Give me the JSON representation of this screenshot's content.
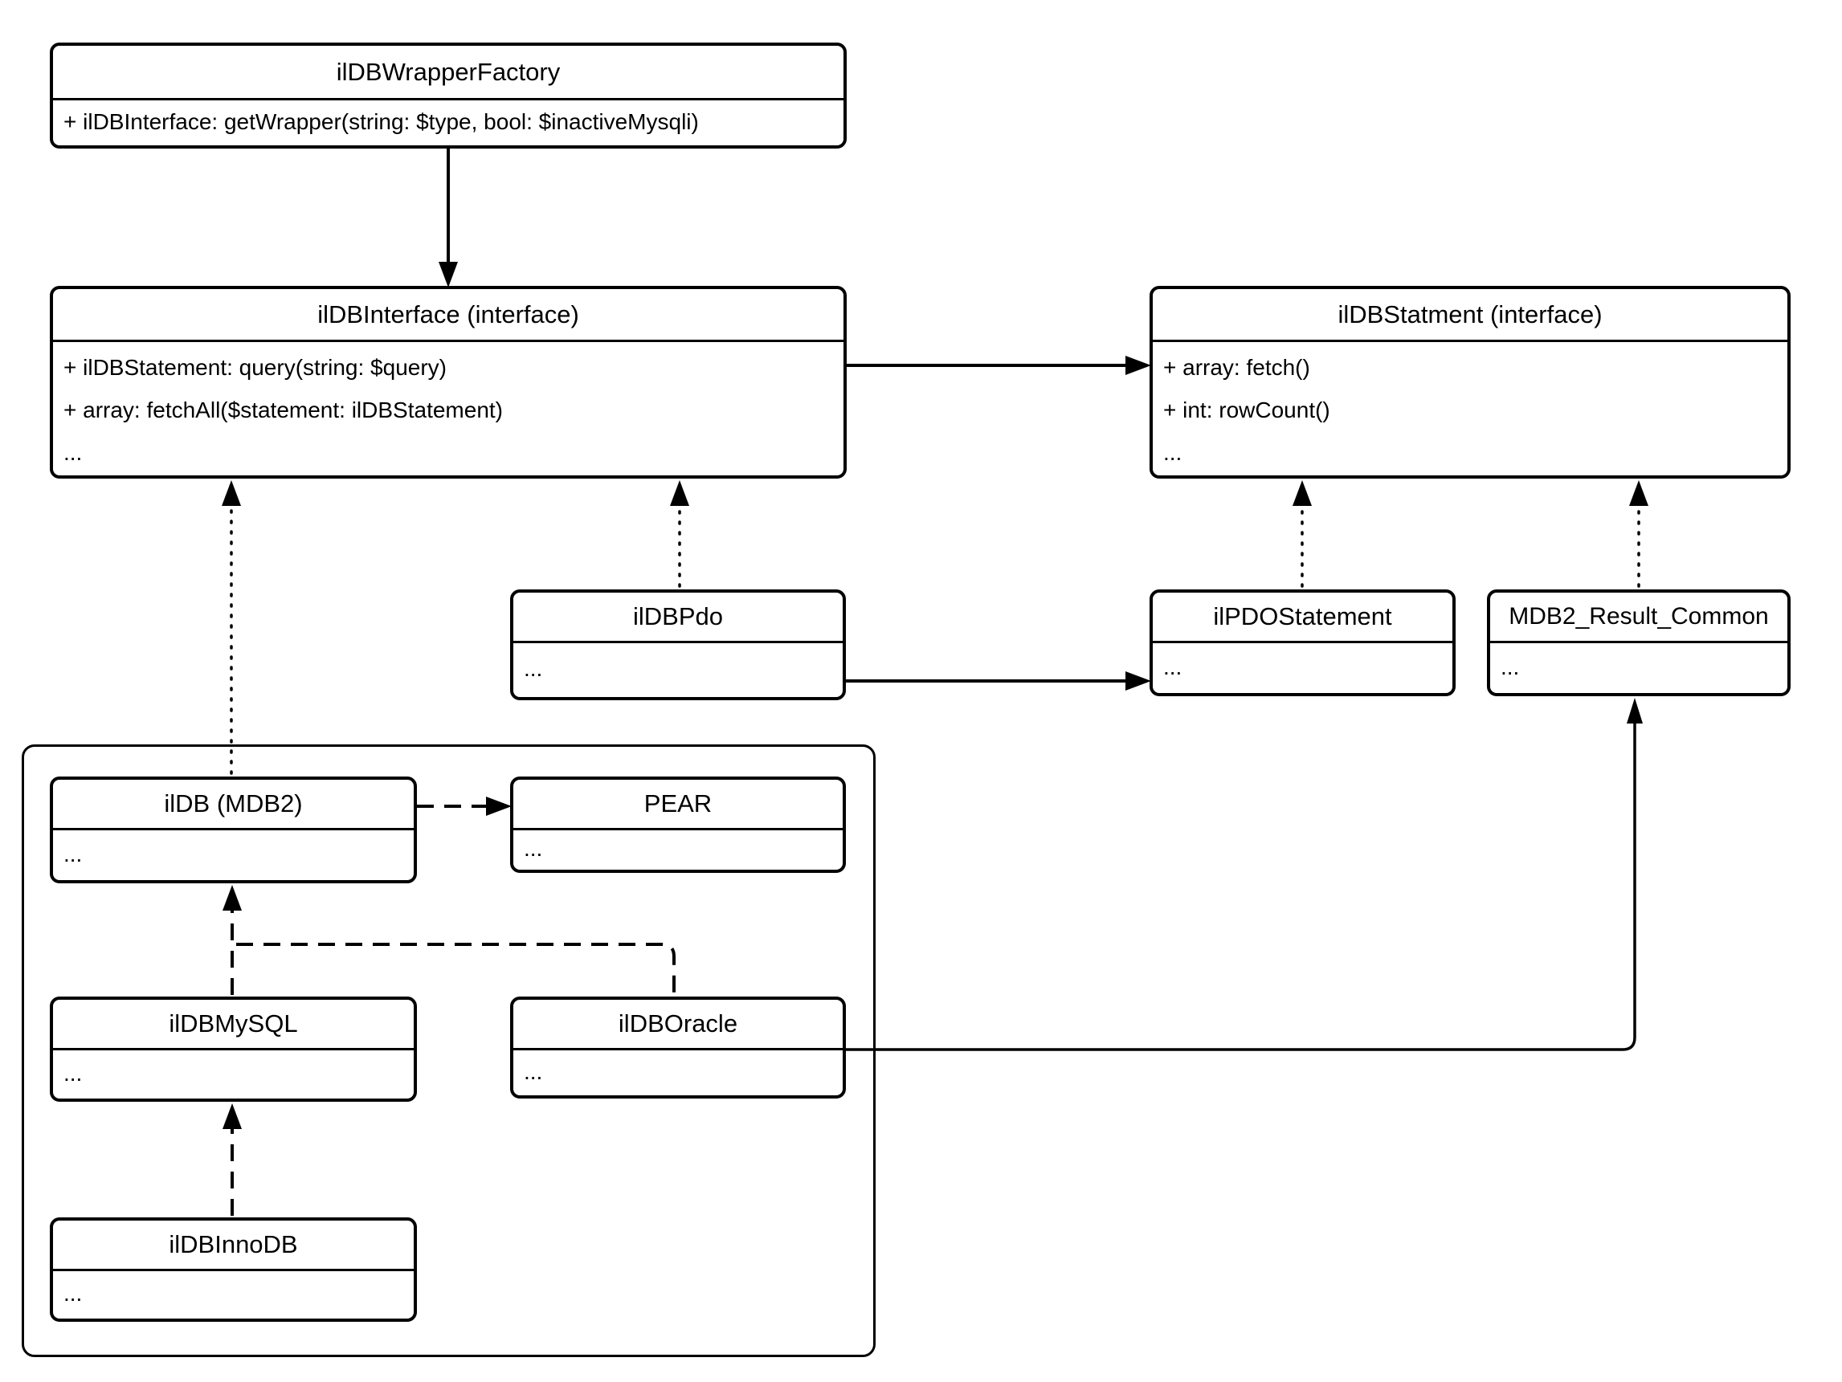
{
  "diagram_type": "uml-class-diagram",
  "colors": {
    "stroke": "#000000",
    "fill": "#ffffff",
    "text": "#000000"
  },
  "classes": {
    "factory": {
      "title": "ilDBWrapperFactory",
      "members": [
        "+ ilDBInterface: getWrapper(string: $type, bool: $inactiveMysqli)"
      ]
    },
    "db_interface": {
      "title": "ilDBInterface (interface)",
      "members": [
        "+ ilDBStatement: query(string: $query)",
        "+ array: fetchAll($statement: ilDBStatement)",
        "..."
      ]
    },
    "db_statment": {
      "title": "ilDBStatment (interface)",
      "members": [
        "+ array: fetch()",
        "+ int: rowCount()",
        "..."
      ]
    },
    "db_pdo": {
      "title": "ilDBPdo",
      "members": [
        "..."
      ]
    },
    "pdo_statement": {
      "title": "ilPDOStatement",
      "members": [
        "..."
      ]
    },
    "mdb2_result_common": {
      "title": "MDB2_Result_Common",
      "members": [
        "..."
      ]
    },
    "db_mdb2": {
      "title": "ilDB (MDB2)",
      "members": [
        "..."
      ]
    },
    "pear": {
      "title": "PEAR",
      "members": [
        "..."
      ]
    },
    "db_mysql": {
      "title": "ilDBMySQL",
      "members": [
        "..."
      ]
    },
    "db_oracle": {
      "title": "ilDBOracle",
      "members": [
        "..."
      ]
    },
    "db_innodb": {
      "title": "ilDBInnoDB",
      "members": [
        "..."
      ]
    }
  },
  "edges": [
    {
      "from": "ilDBWrapperFactory",
      "to": "ilDBInterface (interface)",
      "style": "solid",
      "arrow": "filled"
    },
    {
      "from": "ilDBInterface (interface)",
      "to": "ilDBStatment (interface)",
      "style": "solid",
      "arrow": "filled"
    },
    {
      "from": "ilDB (MDB2)",
      "to": "ilDBInterface (interface)",
      "style": "dotted",
      "arrow": "filled"
    },
    {
      "from": "ilDBPdo",
      "to": "ilDBInterface (interface)",
      "style": "dotted",
      "arrow": "filled"
    },
    {
      "from": "ilPDOStatement",
      "to": "ilDBStatment (interface)",
      "style": "dotted",
      "arrow": "filled"
    },
    {
      "from": "MDB2_Result_Common",
      "to": "ilDBStatment (interface)",
      "style": "dotted",
      "arrow": "filled"
    },
    {
      "from": "ilDBPdo",
      "to": "ilPDOStatement",
      "style": "solid",
      "arrow": "filled"
    },
    {
      "from": "ilDB (MDB2)",
      "to": "PEAR",
      "style": "dashed",
      "arrow": "filled"
    },
    {
      "from": "ilDBMySQL",
      "to": "ilDB (MDB2)",
      "style": "dashed",
      "arrow": "filled"
    },
    {
      "from": "ilDBOracle",
      "to": "ilDB (MDB2)",
      "style": "dashed",
      "arrow": "shared"
    },
    {
      "from": "ilDBInnoDB",
      "to": "ilDBMySQL",
      "style": "dashed",
      "arrow": "filled"
    },
    {
      "from": "ilDBOracle",
      "to": "MDB2_Result_Common",
      "style": "solid",
      "arrow": "open"
    }
  ]
}
